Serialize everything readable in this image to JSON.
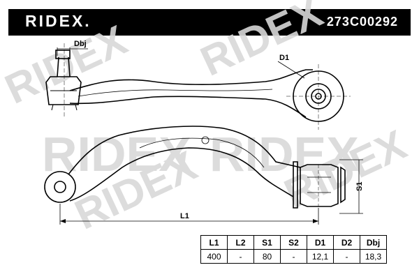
{
  "header": {
    "brand": "RIDEX.",
    "part_number": "273C00292"
  },
  "watermark": "RIDEX",
  "labels": {
    "dbj": "Dbj",
    "d1": "D1",
    "s1": "S1",
    "l1": "L1"
  },
  "specs": {
    "headers": [
      "L1",
      "L2",
      "S1",
      "S2",
      "D1",
      "D2",
      "Dbj"
    ],
    "values": [
      "400",
      "-",
      "80",
      "-",
      "12,1",
      "-",
      "18,3"
    ]
  },
  "colors": {
    "header_bg": "#000000",
    "header_text": "#ffffff",
    "line": "#000000",
    "watermark": "#d8d8d8"
  }
}
